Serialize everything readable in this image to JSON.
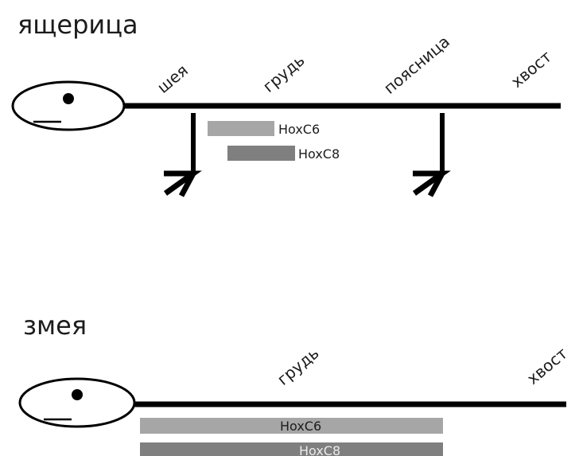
{
  "lizard": {
    "title": "ящерица",
    "regions": {
      "neck": "шея",
      "chest": "грудь",
      "lumbar": "поясница",
      "tail": "хвост"
    },
    "genes": {
      "hoxc6": "HoxC6",
      "hoxc8": "HoxC8"
    }
  },
  "snake": {
    "title": "змея",
    "regions": {
      "chest": "грудь",
      "tail": "хвост"
    },
    "genes": {
      "hoxc6": "HoxC6",
      "hoxc8": "HoxC8"
    }
  },
  "colors": {
    "ink": "#000000",
    "text": "#1c1c1c",
    "hoxc6_bar": "#a6a6a6",
    "hoxc8_bar": "#7f7f7f"
  }
}
